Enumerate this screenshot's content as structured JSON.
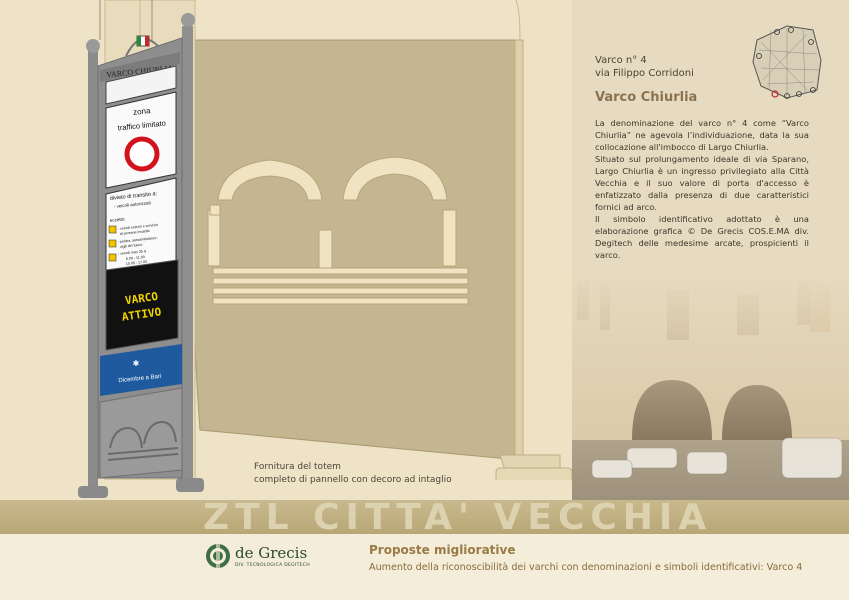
{
  "totem": {
    "header": "VARCO CHIURLIA",
    "zone_line1": "zona",
    "zone_line2": "traffico limitato",
    "transit_title": "divieto di transito a:",
    "transit_sub": "- veicoli autorizzati",
    "except_label": "eccetto:",
    "exc1": "- veicoli esterni e servizio",
    "exc1b": "di persone invalide",
    "exc2": "- polizia, autoambulanze,",
    "exc2b": "vigili del fuoco",
    "exc3": "- veicoli max 35 q",
    "exc3b": "6.00 - 11.00",
    "exc3c": "15.00 - 17.00",
    "display_line1": "VARCO",
    "display_line2": "ATTIVO",
    "banner": "Dicembre a Bari"
  },
  "totem_caption": {
    "line1": "Fornitura del totem",
    "line2": "completo di pannello con decoro ad intaglio"
  },
  "varco": {
    "number": "Varco n° 4",
    "street": "via Filippo Corridoni",
    "name": "Varco Chiurlia"
  },
  "description": [
    "La denominazione del varco n° 4 come “Varco Chiurlia” ne agevola l’individuazione, data la sua collocazione all'imbocco di Largo Chiurlia.",
    "Situato sul prolungamento ideale di via Sparano, Largo Chiurlia è un ingresso privilegiato alla Città Vecchia e il suo valore di porta d'accesso è enfatizzato dalla presenza di due caratteristici fornici ad arco.",
    "Il simbolo identificativo adottato è una elaborazione grafica © De Grecis COS.E.MA div. Degitech delle medesime arcate, prospicienti il varco."
  ],
  "band_title": "ZTL CITTA' VECCHIA",
  "logo": {
    "name": "de Grecis",
    "sub": "DIV. TECNOLOGICA DEGITECH"
  },
  "footer": {
    "title": "Proposte migliorative",
    "subtitle": "Aumento della riconoscibilità dei varchi con denominazioni e simboli identificativi: Varco 4"
  },
  "colors": {
    "background": "#eee3c6",
    "accent_text": "#9a7a45",
    "sign_blue": "#1f5a9e",
    "display_yellow": "#f2d300"
  }
}
